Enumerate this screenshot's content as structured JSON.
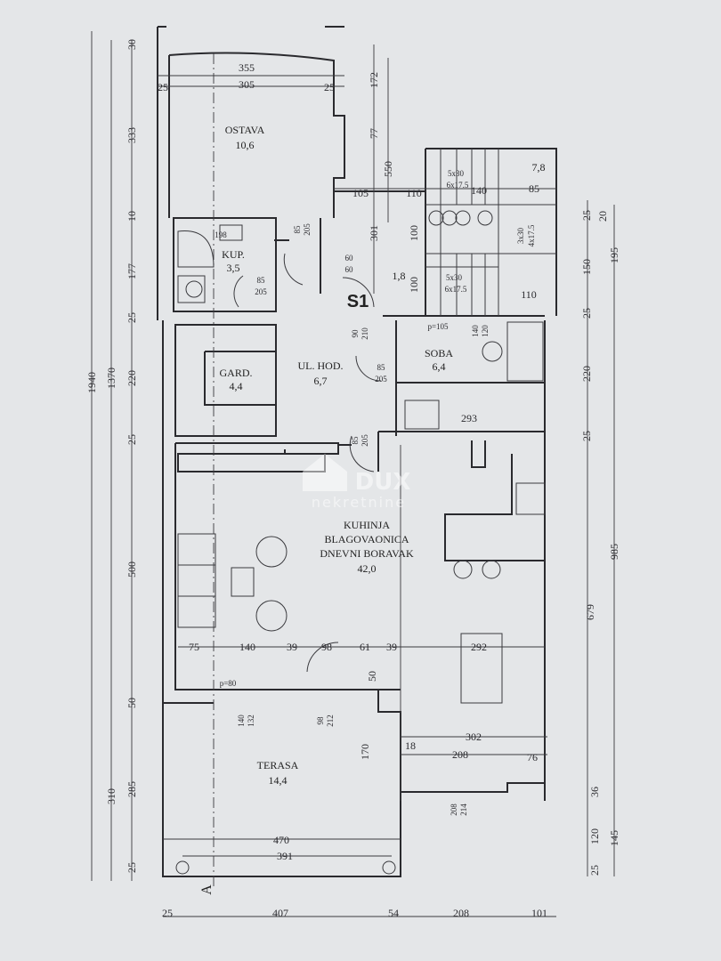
{
  "rooms": {
    "ostava": {
      "name": "OSTAVA",
      "area": "10,6"
    },
    "kup": {
      "name": "KUP.",
      "area": "3,5"
    },
    "gard": {
      "name": "GARD.",
      "area": "4,4"
    },
    "ul_hod": {
      "name": "UL. HOD.",
      "area": "6,7"
    },
    "soba": {
      "name": "SOBA",
      "area": "6,4"
    },
    "living": {
      "line1": "KUHINJA",
      "line2": "BLAGOVAONICA",
      "line3": "DNEVNI BORAVAK",
      "area": "42,0"
    },
    "terasa": {
      "name": "TERASA",
      "area": "14,4"
    },
    "stair_landing": {
      "area": "7,8"
    },
    "stair_small": {
      "area": "1,8"
    }
  },
  "stairs": {
    "upper_a": "5x30",
    "upper_b": "6x17.5",
    "side_a": "3x30",
    "side_b": "4x17.5",
    "lower_a": "5x30",
    "lower_b": "6x17.5"
  },
  "markers": {
    "s1": "S1",
    "section": "A"
  },
  "dims": {
    "left1": [
      "30",
      "333",
      "10",
      "177",
      "25",
      "220",
      "25",
      "500",
      "50",
      "285",
      "25"
    ],
    "left2": [
      "1370",
      "310"
    ],
    "left3": [
      "1940"
    ],
    "center": [
      "172",
      "77",
      "550",
      "301"
    ],
    "right1": [
      "25",
      "150",
      "25",
      "220",
      "25",
      "679",
      "36",
      "120",
      "25"
    ],
    "right2": [
      "20",
      "195",
      "985",
      "145"
    ],
    "top": [
      "355",
      "305",
      "25",
      "25"
    ],
    "stair_h": [
      "105",
      "110",
      "140",
      "85",
      "110",
      "100",
      "100"
    ],
    "kup": [
      "198",
      "85",
      "205",
      "85",
      "205",
      "60",
      "60"
    ],
    "hall": [
      "90",
      "210",
      "p=105",
      "140",
      "120",
      "85",
      "205",
      "85",
      "205",
      "293"
    ],
    "living_row": [
      "75",
      "140",
      "39",
      "98",
      "61",
      "39",
      "292"
    ],
    "terrace": [
      "50",
      "p=80",
      "140",
      "132",
      "98",
      "212",
      "170",
      "302",
      "18",
      "208",
      "76",
      "208",
      "214",
      "470",
      "391"
    ],
    "bottom": [
      "25",
      "407",
      "54",
      "208",
      "101"
    ]
  },
  "watermark": {
    "brand": "DUX",
    "sub": "nekretnine"
  }
}
